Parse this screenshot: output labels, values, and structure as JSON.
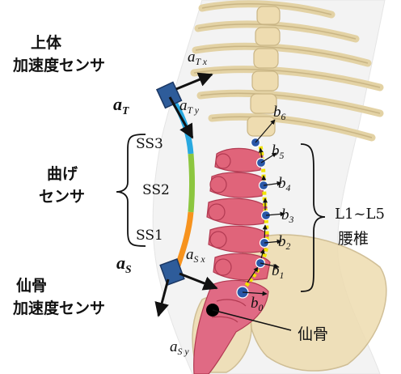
{
  "labels": {
    "upper_sensor": [
      "上体",
      "加速度センサ"
    ],
    "bend_sensor": [
      "曲げ",
      "センサ"
    ],
    "sacrum_sensor": [
      "仙骨",
      "加速度センサ"
    ],
    "lumbar": [
      "L1~L5",
      "腰椎"
    ],
    "sacrum": "仙骨",
    "ss": [
      "SS3",
      "SS2",
      "SS1"
    ]
  },
  "symbols": {
    "aT": {
      "base": "a",
      "sub": "T"
    },
    "aS": {
      "base": "a",
      "sub": "S"
    },
    "aTx": {
      "base": "a",
      "sub": "T x"
    },
    "aTy": {
      "base": "a",
      "sub": "T y"
    },
    "aSx": {
      "base": "a",
      "sub": "S x"
    },
    "aSy": {
      "base": "a",
      "sub": "S y"
    },
    "b": [
      "b0",
      "b1",
      "b2",
      "b3",
      "b4",
      "b5",
      "b6"
    ]
  },
  "colors": {
    "ss3": "#29a9e0",
    "ss2": "#8cc63f",
    "ss1": "#f7931e",
    "sensor": "#2e5c9a",
    "vertebra": "#e0647a",
    "bone": "#eedcb0",
    "spine_line": "#f2e400",
    "joint": "#2a57a8"
  }
}
